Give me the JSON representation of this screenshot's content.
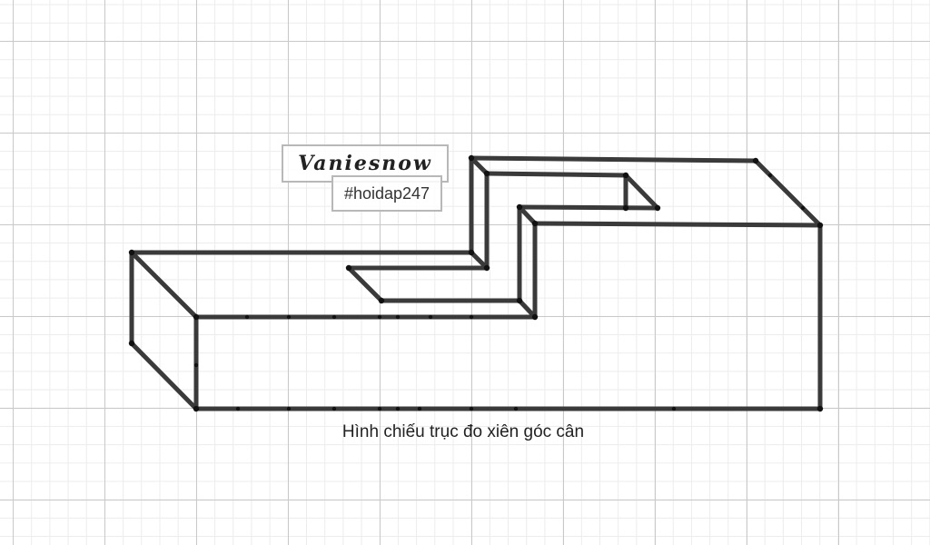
{
  "labels": {
    "author": "Vaniesnow",
    "hashtag": "#hoidap247",
    "caption": "Hình chiếu trục đo xiên góc cân"
  },
  "colors": {
    "edge": "#3a3a3a",
    "vertex": "#111111",
    "grid_major": "#c9c9c9",
    "grid_minor": "#ececec"
  }
}
